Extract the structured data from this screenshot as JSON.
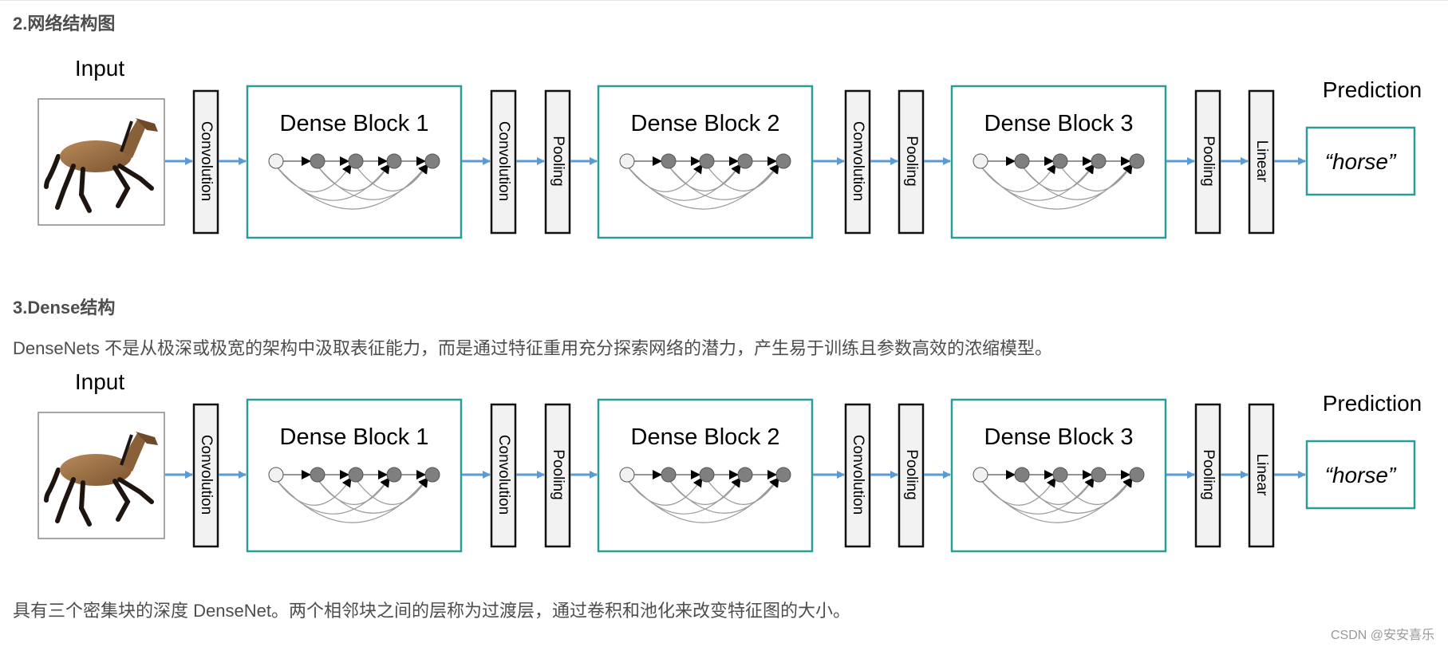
{
  "section2": {
    "heading": "2.网络结构图"
  },
  "section3": {
    "heading": "3.Dense结构",
    "intro": "DenseNets 不是从极深或极宽的架构中汲取表征能力，而是通过特征重用充分探索网络的潜力，产生易于训练且参数高效的浓缩模型。",
    "caption": "具有三个密集块的深度 DenseNet。两个相邻块之间的层称为过渡层，通过卷积和池化来改变特征图的大小。"
  },
  "diagram": {
    "input_label": "Input",
    "prediction_label": "Prediction",
    "prediction_value": "“horse”",
    "dense_blocks": [
      "Dense Block 1",
      "Dense Block 2",
      "Dense Block 3"
    ],
    "layer_labels": {
      "convolution": "Convolution",
      "pooling": "Pooling",
      "linear": "Linear"
    },
    "colors": {
      "block_border": "#2a9d96",
      "arrow": "#5b9bd5",
      "layer_fill": "#f2f2f2",
      "node_fill": "#7f7f7f"
    }
  },
  "watermark": "CSDN @安安喜乐"
}
